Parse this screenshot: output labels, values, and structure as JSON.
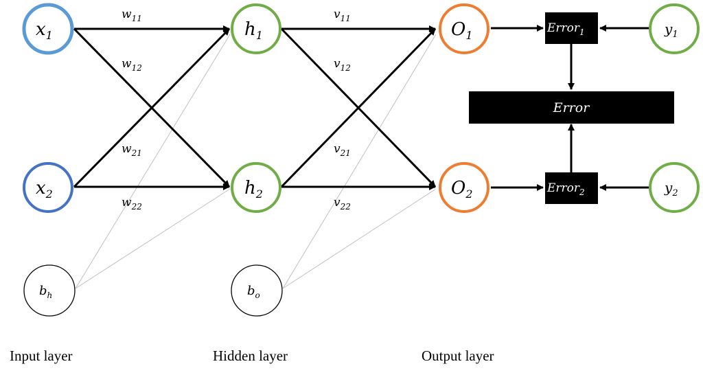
{
  "nodes": {
    "x1": {
      "base": "x",
      "sub": "1",
      "color": "#5B9BD5"
    },
    "x2": {
      "base": "x",
      "sub": "2",
      "color": "#4472C4"
    },
    "h1": {
      "base": "h",
      "sub": "1",
      "color": "#70AD47"
    },
    "h2": {
      "base": "h",
      "sub": "2",
      "color": "#70AD47"
    },
    "o1": {
      "base": "O",
      "sub": "1",
      "color": "#ED7D31"
    },
    "o2": {
      "base": "O",
      "sub": "2",
      "color": "#ED7D31"
    },
    "y1": {
      "base": "y",
      "sub": "1",
      "color": "#70AD47"
    },
    "y2": {
      "base": "y",
      "sub": "2",
      "color": "#70AD47"
    },
    "bh": {
      "base": "b",
      "sub": "h",
      "color": "#000000"
    },
    "bo": {
      "base": "b",
      "sub": "o",
      "color": "#000000"
    }
  },
  "weights": {
    "w11": {
      "base": "w",
      "sub": "11"
    },
    "w12": {
      "base": "w",
      "sub": "12"
    },
    "w21": {
      "base": "w",
      "sub": "21"
    },
    "w22": {
      "base": "w",
      "sub": "22"
    },
    "v11": {
      "base": "v",
      "sub": "11"
    },
    "v12": {
      "base": "v",
      "sub": "12"
    },
    "v21": {
      "base": "v",
      "sub": "21"
    },
    "v22": {
      "base": "v",
      "sub": "22"
    }
  },
  "boxes": {
    "error1": {
      "base": "Error",
      "sub": "1"
    },
    "error2": {
      "base": "Error",
      "sub": "2"
    },
    "error": {
      "base": "Error",
      "sub": ""
    }
  },
  "layers": {
    "input": "Input layer",
    "hidden": "Hidden layer",
    "output": "Output layer"
  },
  "colors": {
    "box_fill": "#000000",
    "bias_line": "#BFBFBF",
    "arrow": "#000000"
  }
}
